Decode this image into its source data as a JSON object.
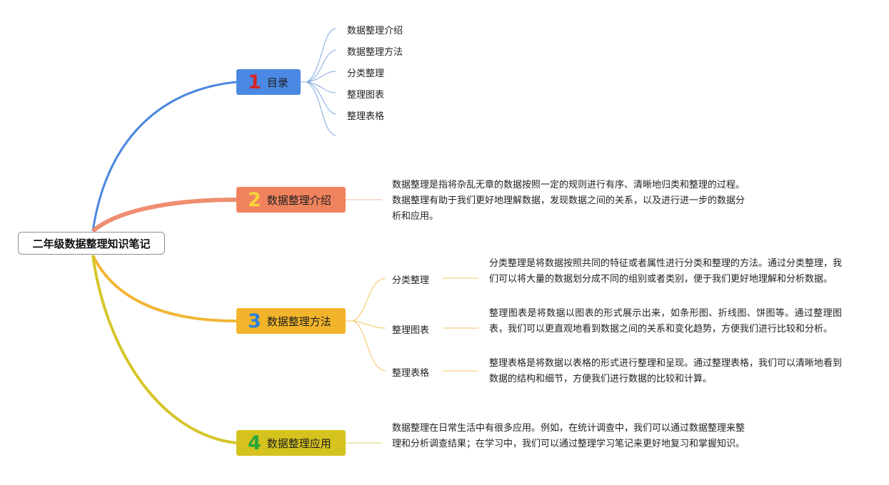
{
  "root": {
    "title": "二年级数据整理知识笔记"
  },
  "colors": {
    "branch1": "#4a88e3",
    "branch2": "#f0835d",
    "branch3": "#f2b42a",
    "branch4": "#d5c21e",
    "connector1": "#7fa8e0",
    "connector2": "#f2b8a6",
    "connector3": "#f2c45e",
    "connector4": "#e0d66a"
  },
  "branches": [
    {
      "number": "1",
      "label": "目录"
    },
    {
      "number": "2",
      "label": "数据整理介绍"
    },
    {
      "number": "3",
      "label": "数据整理方法"
    },
    {
      "number": "4",
      "label": "数据整理应用"
    }
  ],
  "toc": [
    "数据整理介绍",
    "数据整理方法",
    "分类整理",
    "整理图表",
    "整理表格"
  ],
  "intro": {
    "text": "数据整理是指将杂乱无章的数据按照一定的规则进行有序、清晰地归类和整理的过程。数据整理有助于我们更好地理解数据，发现数据之间的关系，以及进行进一步的数据分析和应用。"
  },
  "methods": [
    {
      "name": "分类整理",
      "desc": "分类整理是将数据按照共同的特征或者属性进行分类和整理的方法。通过分类整理，我们可以将大量的数据划分成不同的组别或者类别，便于我们更好地理解和分析数据。"
    },
    {
      "name": "整理图表",
      "desc": "整理图表是将数据以图表的形式展示出来，如条形图、折线图、饼图等。通过整理图表，我们可以更直观地看到数据之间的关系和变化趋势，方便我们进行比较和分析。"
    },
    {
      "name": "整理表格",
      "desc": "整理表格是将数据以表格的形式进行整理和呈现。通过整理表格，我们可以清晰地看到数据的结构和细节，方便我们进行数据的比较和计算。"
    }
  ],
  "application": {
    "text": "数据整理在日常生活中有很多应用。例如，在统计调查中，我们可以通过数据整理来整理和分析调查结果；在学习中，我们可以通过整理学习笔记来更好地复习和掌握知识。"
  }
}
